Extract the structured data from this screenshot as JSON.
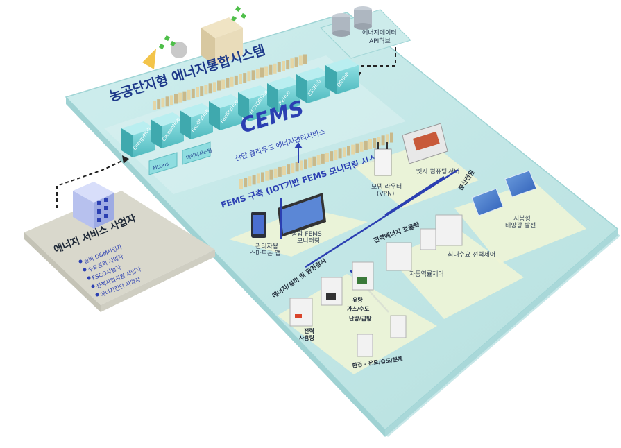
{
  "title": "농공단지형 에너지통합시스템",
  "cems": {
    "label": "CEMS",
    "subtitle": "산단 클라우드 에너지관리서비스",
    "modules": [
      "EnergyHub",
      "CarbonHub",
      "FacilityHub",
      "FacilityHub",
      "MOTORHub",
      "PVHub",
      "ESSHub",
      "DRHub"
    ],
    "small_modules": [
      "MLOps",
      "데이터시스템"
    ]
  },
  "data_hub": {
    "label_line1": "에너지데이터",
    "label_line2": "API허브"
  },
  "fems_label": "FEMS 구축 (IOT기반 FEMS 모니터링 시스템)",
  "fems_items": [
    {
      "line1": "관리자용",
      "line2": "스마트폰 앱"
    },
    {
      "line1": "통합 FEMS",
      "line2": "모니터링"
    }
  ],
  "network_items": [
    {
      "line1": "모뎀 라우터",
      "line2": "(VPN)"
    },
    {
      "line1": "엣지 컴퓨팅",
      "line2": "서버"
    }
  ],
  "renewable": {
    "section": "분산전원",
    "label_line1": "지붕형",
    "label_line2": "태양광 발전"
  },
  "efficiency": {
    "section": "전력에너지 효율화",
    "items": [
      "자동역률제어",
      "최대수요 전력제어"
    ]
  },
  "monitoring": {
    "section": "에너지/설비 및 환경감시",
    "items": [
      {
        "line1": "전력",
        "line2": "사용량"
      },
      {
        "line1": "유량",
        "line2": "가스/수도"
      },
      {
        "line1": "난방/급탕",
        "line2": ""
      },
      {
        "line1": "환경 - 온도/습도/분체",
        "line2": ""
      }
    ]
  },
  "provider": {
    "title": "에너지 서비스 사업자",
    "items": [
      "설비 O&M사업자",
      "수요관리 사업자",
      "ESCO사업자",
      "정책사업지원 사업자",
      "에너지진단 사업자"
    ]
  },
  "colors": {
    "platform": "#bfe6e4",
    "platform_edge": "#7fc4c6",
    "zone": "#eef4d6",
    "accent": "#2b3fb2",
    "module": "#6ccfd3",
    "provider_bg": "#d9d8cc"
  }
}
